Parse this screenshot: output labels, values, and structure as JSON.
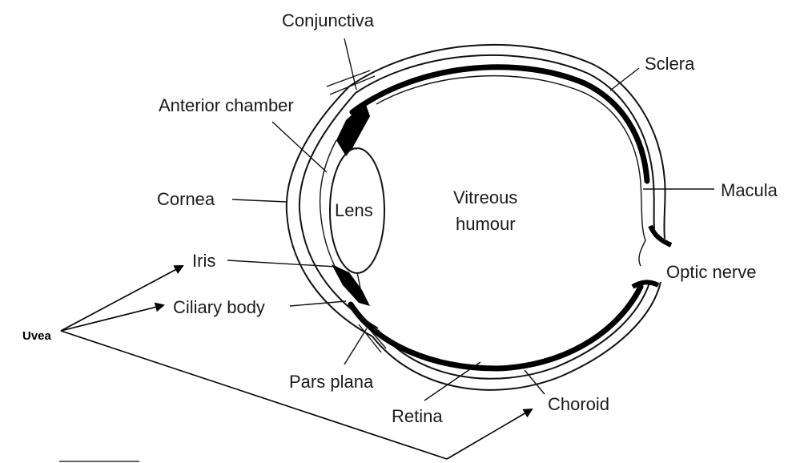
{
  "labels": {
    "conjunctiva": "Conjunctiva",
    "anterior_chamber": "Anterior chamber",
    "cornea": "Cornea",
    "lens": "Lens",
    "iris": "Iris",
    "ciliary_body": "Ciliary body",
    "uvea": "Uvea",
    "pars_plana": "Pars plana",
    "retina": "Retina",
    "choroid": "Choroid",
    "vitreous_line1": "Vitreous",
    "vitreous_line2": "humour",
    "sclera": "Sclera",
    "macula": "Macula",
    "optic_nerve": "Optic nerve"
  }
}
